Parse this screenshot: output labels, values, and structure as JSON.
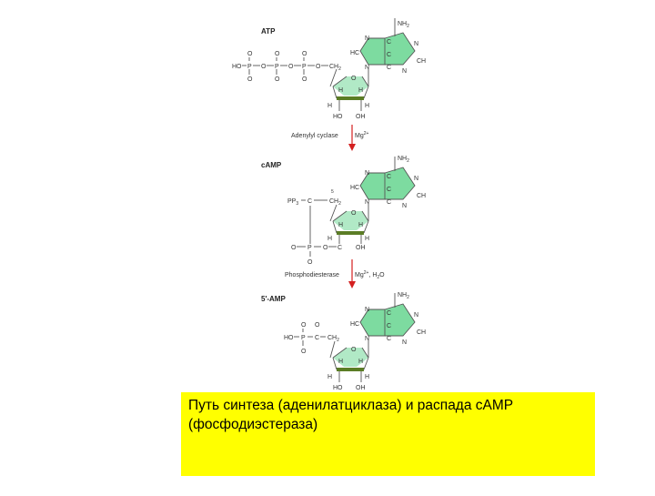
{
  "structures": {
    "atp": {
      "label": "ATP",
      "nh2": "NH",
      "nh2_sub": "2",
      "ring_n1": "N",
      "ring_c1": "C",
      "ring_n2": "N",
      "ring_c2": "C",
      "ring_ch": "CH",
      "ring_n3": "N",
      "ring_c3": "C",
      "ring_n4": "N",
      "hc": "HC",
      "chain": [
        "HO",
        "P",
        "O",
        "P",
        "O",
        "P",
        "O",
        "CH",
        "O",
        "O",
        "O",
        "O",
        "O",
        "O"
      ],
      "ch2_sub": "2",
      "sugar_h1": "H",
      "sugar_h2": "H",
      "sugar_h3": "H",
      "sugar_h4": "H",
      "sugar_o": "O",
      "ho": "HO",
      "oh": "OH"
    },
    "camp": {
      "label": "cAMP",
      "nh2": "NH",
      "nh2_sub": "2",
      "ring_n1": "N",
      "ring_c1": "C",
      "ring_n2": "N",
      "ring_c2": "C",
      "ring_ch": "CH",
      "ring_n3": "N",
      "ring_c3": "C",
      "ring_n4": "N",
      "hc": "HC",
      "po3": "PP",
      "po3_sub": "3",
      "c_left": "C",
      "ch2": "CH",
      "ch2_sub": "2",
      "h_small": "5",
      "p": "P",
      "o1": "O",
      "o2": "O",
      "o3": "O",
      "sugar_h1": "H",
      "sugar_h2": "H",
      "sugar_h3": "H",
      "sugar_h4": "H",
      "sugar_o": "O",
      "c_bottom": "C",
      "oh": "OH"
    },
    "amp": {
      "label": "5'-AMP",
      "nh2": "NH",
      "nh2_sub": "2",
      "ring_n1": "N",
      "ring_c1": "C",
      "ring_n2": "N",
      "ring_c2": "C",
      "ring_ch": "CH",
      "ring_n3": "N",
      "ring_c3": "C",
      "ring_n4": "N",
      "hc": "HC",
      "ho": "HO",
      "p": "P",
      "o1": "O",
      "c": "C",
      "ch2": "CH",
      "ch2_sub": "2",
      "o2": "O",
      "o3": "O",
      "sugar_h1": "H",
      "sugar_h2": "H",
      "sugar_h3": "H",
      "sugar_h4": "H",
      "sugar_o": "O",
      "ho_bottom": "HO",
      "oh": "OH"
    }
  },
  "enzymes": {
    "first": {
      "name": "Adenylyl cyclase",
      "cofactor": "Mg",
      "cofactor_sup": "2+"
    },
    "second": {
      "name": "Phosphodiesterase",
      "cofactor": "Mg",
      "cofactor_sup": "2+",
      "extra": ", H",
      "extra_sub": "2",
      "extra_end": "O"
    }
  },
  "colors": {
    "ring_fill": "#7ddba0",
    "sugar_bond": "#5b7d25",
    "arrow": "#d42020",
    "caption_bg": "#ffff00"
  },
  "caption": {
    "line1": "Путь синтеза (аденилатциклаза) и распада cAMP",
    "line2": "(фосфодиэстераза)"
  }
}
